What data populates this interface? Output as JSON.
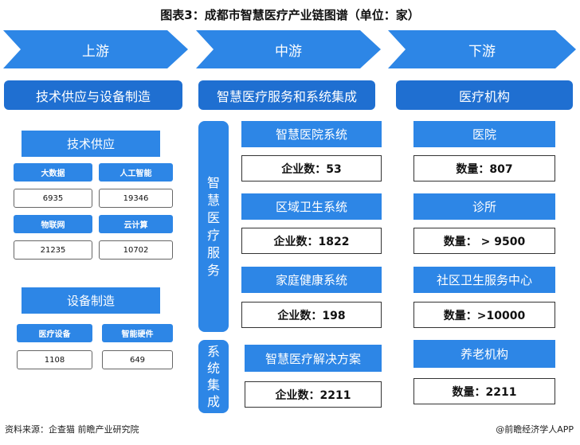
{
  "title": "图表3：成都市智慧医疗产业链图谱（单位：家）",
  "stages": {
    "upstream": "上游",
    "midstream": "中游",
    "downstream": "下游"
  },
  "upstream": {
    "header": "技术供应与设备制造",
    "tech_supply": {
      "label": "技术供应",
      "items": [
        {
          "name": "大数据",
          "value": "6935"
        },
        {
          "name": "人工智能",
          "value": "19346"
        },
        {
          "name": "物联网",
          "value": "21235"
        },
        {
          "name": "云计算",
          "value": "10702"
        }
      ]
    },
    "equipment": {
      "label": "设备制造",
      "items": [
        {
          "name": "医疗设备",
          "value": "1108"
        },
        {
          "name": "智能硬件",
          "value": "649"
        }
      ]
    }
  },
  "midstream": {
    "header": "智慧医疗服务和系统集成",
    "service_label_chars": [
      "智",
      "慧",
      "医",
      "疗",
      "服",
      "务"
    ],
    "integration_label_chars": [
      "系",
      "统",
      "集",
      "成"
    ],
    "items": [
      {
        "name": "智慧医院系统",
        "count": "企业数：53"
      },
      {
        "name": "区域卫生系统",
        "count": "企业数：1822"
      },
      {
        "name": "家庭健康系统",
        "count": "企业数：198"
      },
      {
        "name": "智慧医疗解决方案",
        "count": "企业数：2211"
      }
    ]
  },
  "downstream": {
    "header": "医疗机构",
    "items": [
      {
        "name": "医院",
        "count": "数量：807"
      },
      {
        "name": "诊所",
        "count": "数量： > 9500"
      },
      {
        "name": "社区卫生服务中心",
        "count": "数量：>10000"
      },
      {
        "name": "养老机构",
        "count": "数量：2211"
      }
    ]
  },
  "footer": {
    "source": "资料来源：企查猫 前瞻产业研究院",
    "brand": "@前瞻经济学人APP"
  },
  "colors": {
    "dark_blue": "#1f6fd1",
    "blue": "#2d86e6"
  }
}
